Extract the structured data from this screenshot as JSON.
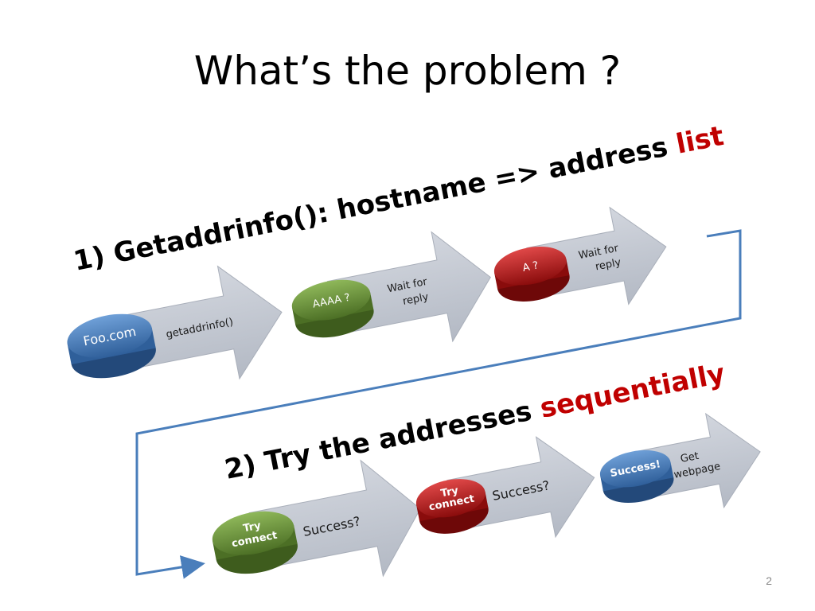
{
  "slide": {
    "title": "What’s the problem ?",
    "page_number": "2"
  },
  "colors": {
    "emphasis": "#c00000",
    "flow_line": "#4a7ebb",
    "arrow_fill": "#c3c8d2",
    "disc_blue": "#4a80c0",
    "disc_green": "#6f9a3c",
    "disc_red": "#c41c1c"
  },
  "step1": {
    "heading_prefix": "1) Getaddrinfo(): hostname => address ",
    "heading_emphasis": "list",
    "items": [
      {
        "disc_label": "Foo.com",
        "disc_color": "blue",
        "arrow_text": [
          "getaddrinfo()"
        ]
      },
      {
        "disc_label": "AAAA ?",
        "disc_color": "green",
        "arrow_text": [
          "Wait for",
          "reply"
        ]
      },
      {
        "disc_label": "A ?",
        "disc_color": "red",
        "arrow_text": [
          "Wait for",
          "reply"
        ]
      }
    ]
  },
  "step2": {
    "heading_prefix": "2) Try the addresses ",
    "heading_emphasis": "sequentially",
    "items": [
      {
        "disc_label": [
          "Try",
          "connect"
        ],
        "disc_color": "green",
        "arrow_text": [
          "Success?"
        ]
      },
      {
        "disc_label": [
          "Try",
          "connect"
        ],
        "disc_color": "red",
        "arrow_text": [
          "Success?"
        ]
      },
      {
        "disc_label": [
          "Success!"
        ],
        "disc_color": "blue",
        "arrow_text": [
          "Get",
          "webpage"
        ]
      }
    ]
  }
}
